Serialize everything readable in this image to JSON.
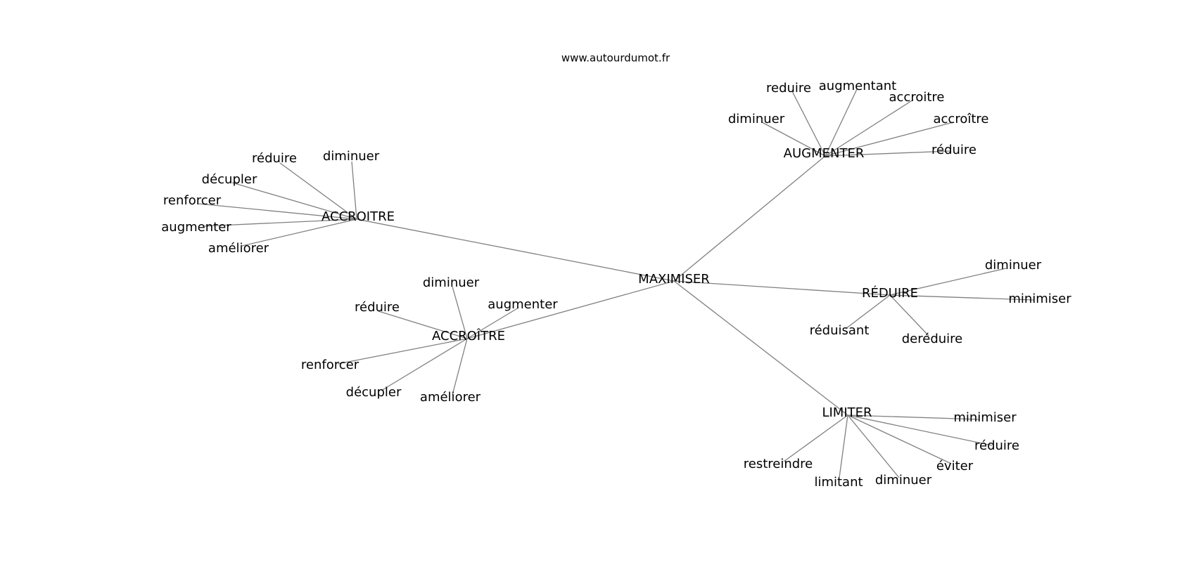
{
  "site": "www.autourdumot.fr",
  "graph": {
    "root": "MAXIMISER",
    "hubs": [
      {
        "label": "ACCROITRE",
        "leaves": [
          "réduire",
          "diminuer",
          "décupler",
          "renforcer",
          "augmenter",
          "améliorer"
        ]
      },
      {
        "label": "AUGMENTER",
        "leaves": [
          "reduire",
          "augmentant",
          "accroitre",
          "diminuer",
          "accroître",
          "réduire"
        ]
      },
      {
        "label": "ACCROÎTRE",
        "leaves": [
          "diminuer",
          "réduire",
          "augmenter",
          "renforcer",
          "décupler",
          "améliorer"
        ]
      },
      {
        "label": "RÉDUIRE",
        "leaves": [
          "diminuer",
          "minimiser",
          "réduisant",
          "deréduire"
        ]
      },
      {
        "label": "LIMITER",
        "leaves": [
          "minimiser",
          "réduire",
          "éviter",
          "restreindre",
          "limitant",
          "diminuer"
        ]
      }
    ]
  }
}
